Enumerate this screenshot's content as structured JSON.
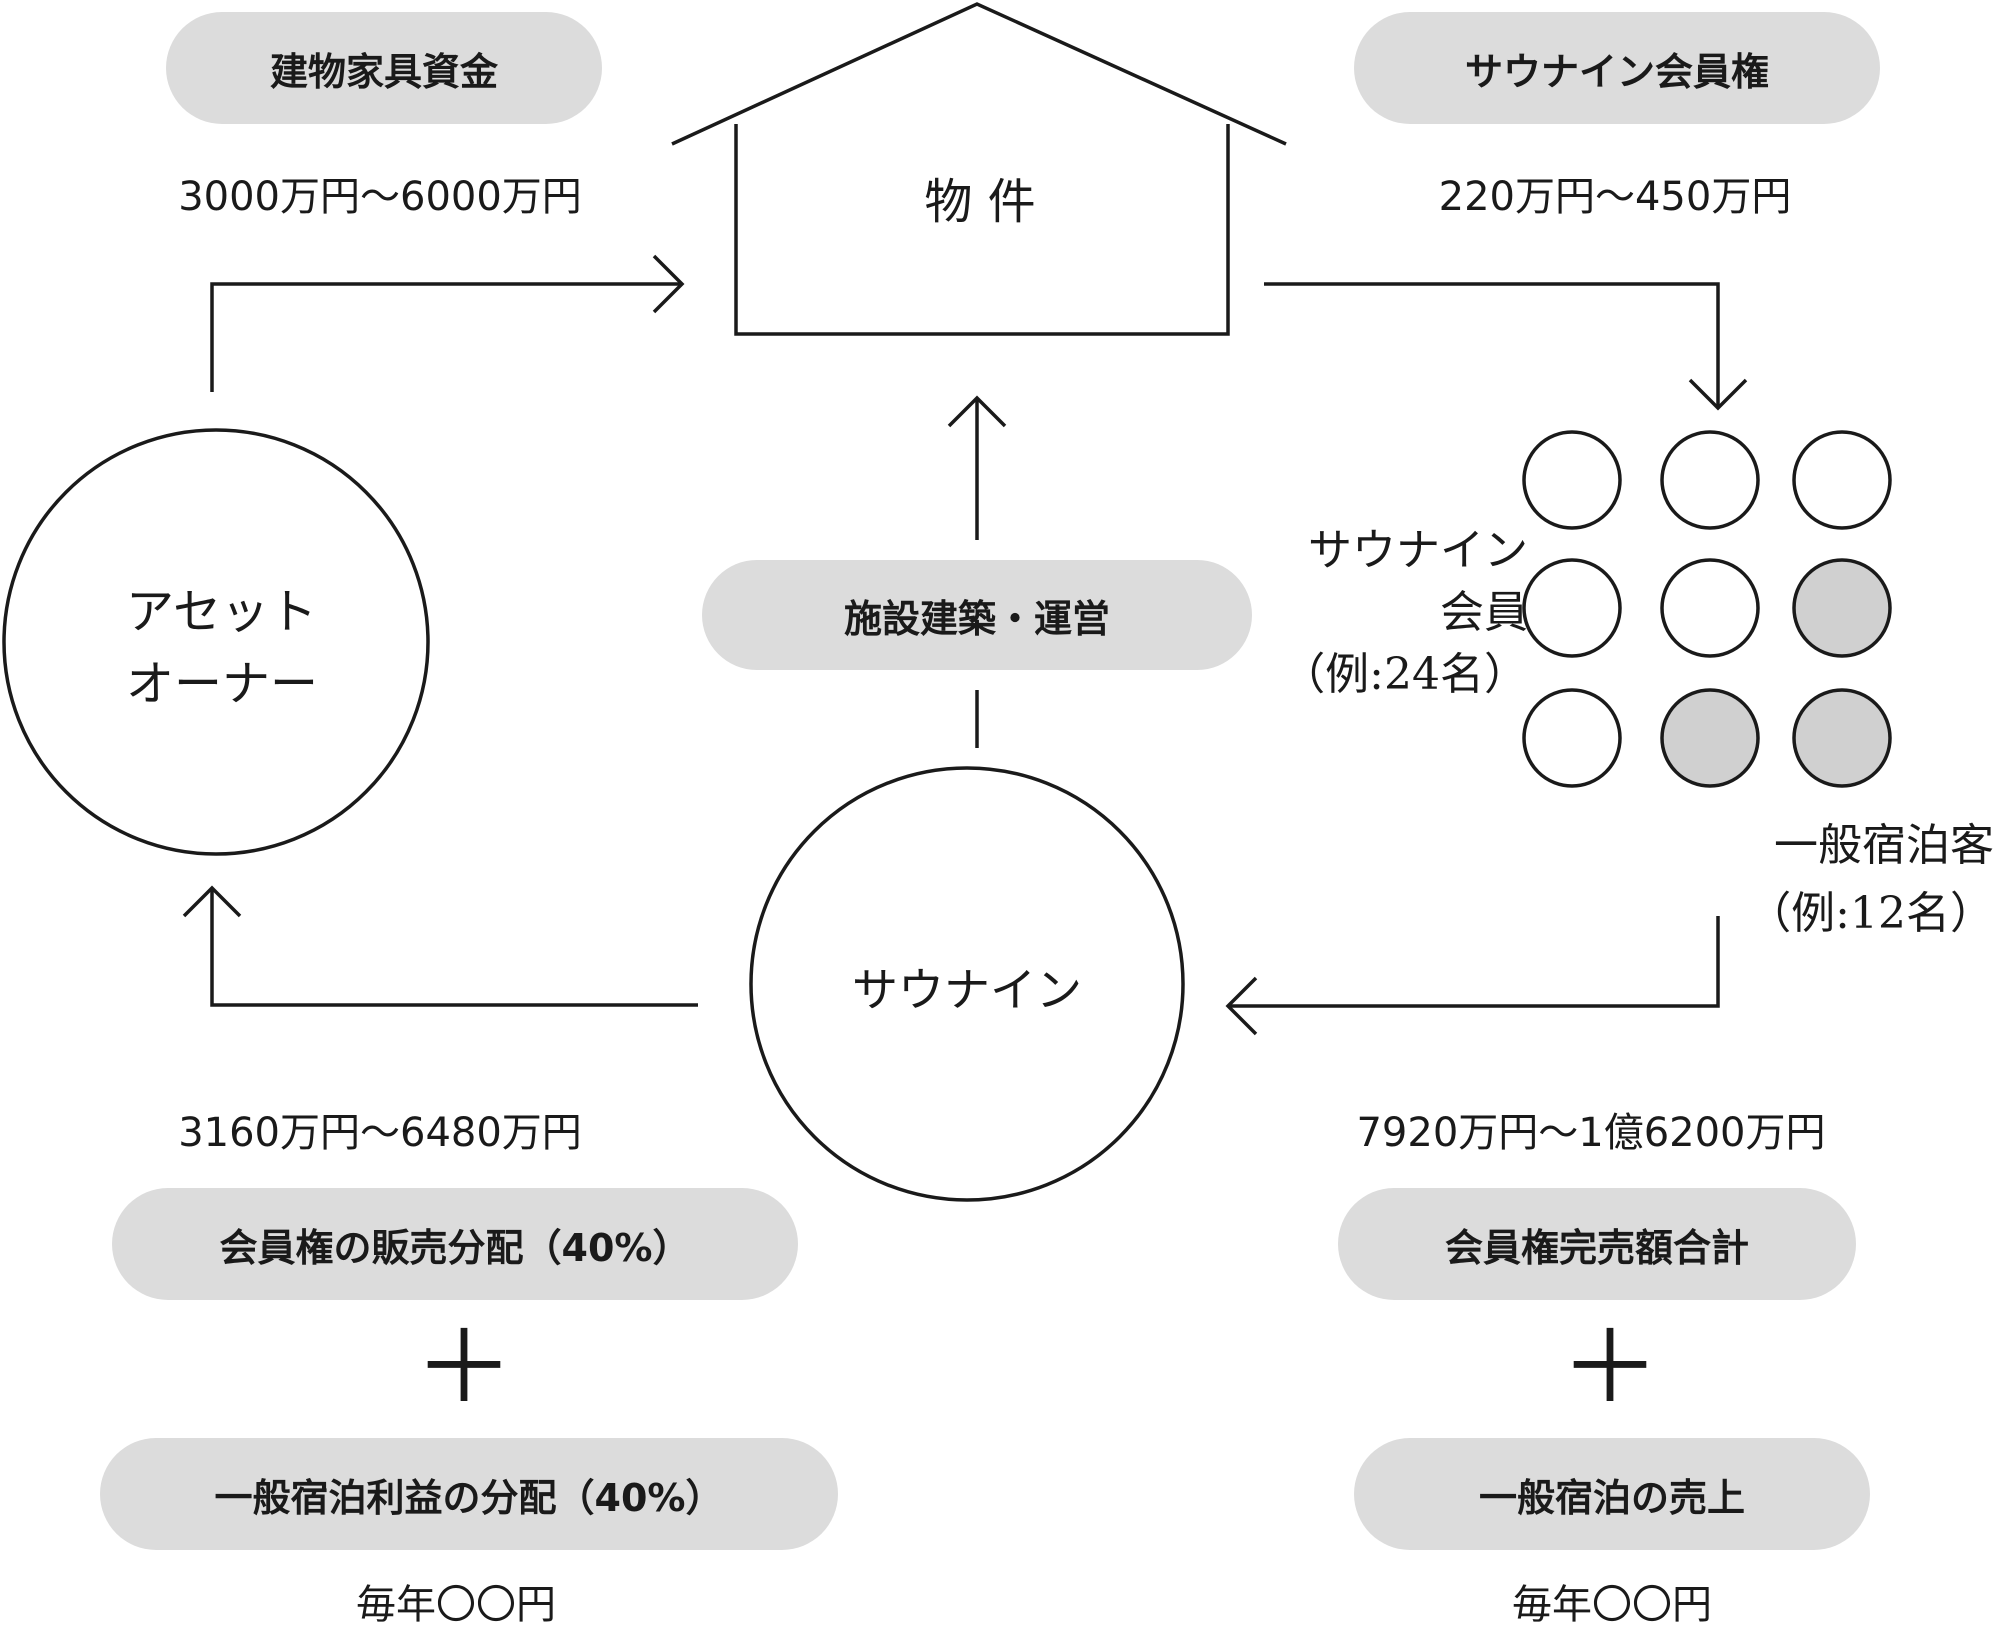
{
  "property": {
    "label": "物 件"
  },
  "asset_owner": {
    "line1": "アセット",
    "line2": "オーナー"
  },
  "saunain": {
    "label": "サウナイン"
  },
  "funds": {
    "label": "建物家具資金",
    "amount": "3000万円〜6000万円"
  },
  "membership": {
    "label": "サウナイン会員権",
    "amount": "220万円〜450万円"
  },
  "construction": {
    "label": "施設建築・運営"
  },
  "members_group": {
    "line1": "サウナイン",
    "line2": "会員",
    "line3": "（例:24名）"
  },
  "guests_group": {
    "line1": "一般宿泊客",
    "line2": "（例:12名）"
  },
  "owner_return": {
    "amount": "3160万円〜6480万円",
    "item1": "会員権の販売分配（40%）",
    "plus": "＋",
    "item2": "一般宿泊利益の分配（40%）",
    "annual": "毎年〇〇円"
  },
  "saunain_revenue": {
    "amount": "7920万円〜1億6200万円",
    "item1": "会員権完売額合計",
    "plus": "＋",
    "item2": "一般宿泊の売上",
    "annual": "毎年〇〇円"
  },
  "colors": {
    "pill": "#dcdcdc",
    "guest_fill": "#d0d0d0",
    "ink": "#1a1a1a"
  }
}
